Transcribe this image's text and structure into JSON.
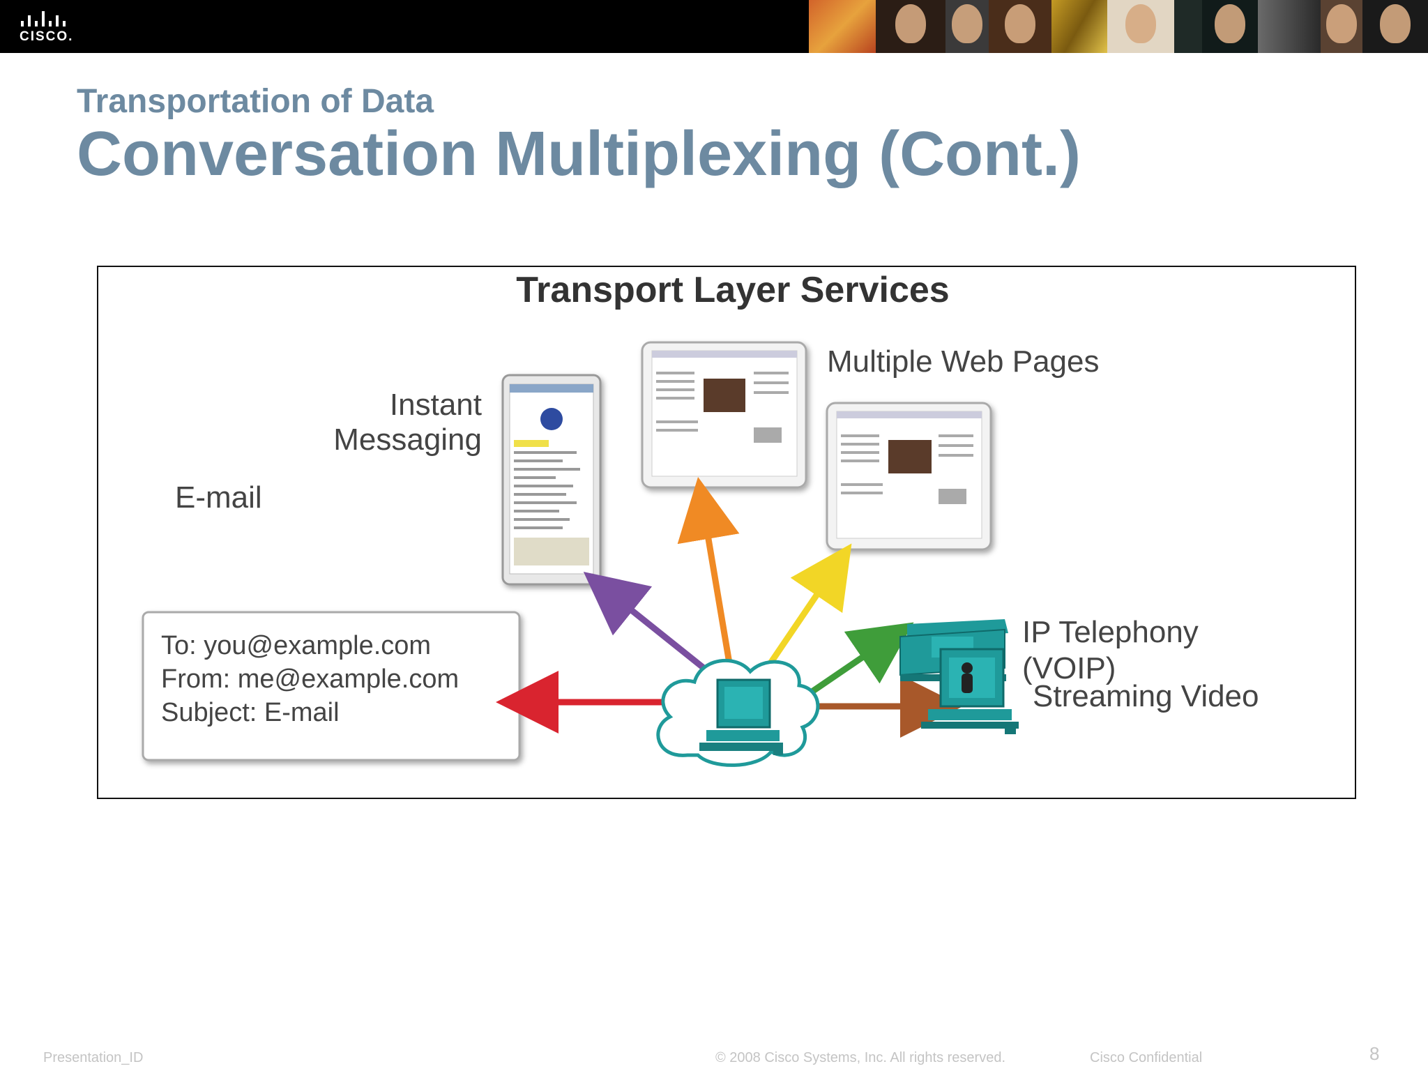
{
  "header": {
    "logo_text": "CISCO."
  },
  "slide": {
    "subtitle": "Transportation of Data",
    "title": "Conversation Multiplexing (Cont.)"
  },
  "diagram": {
    "heading": "Transport Layer Services",
    "labels": {
      "instant_messaging_line1": "Instant",
      "instant_messaging_line2": "Messaging",
      "web_pages": "Multiple Web Pages",
      "email": "E-mail",
      "ip_telephony_line1": "IP Telephony",
      "ip_telephony_line2": "(VOIP)",
      "streaming_video": "Streaming Video"
    },
    "email_card": {
      "to": "To: you@example.com",
      "from": "From: me@example.com",
      "subject": "Subject: E-mail"
    },
    "arrow_colors": {
      "email": "#d9242f",
      "messaging": "#7a4fa0",
      "web1": "#f08a24",
      "web2": "#f2d626",
      "voip": "#3f9d3a",
      "video": "#a8582a"
    },
    "device_color": "#1f9a9a"
  },
  "footer": {
    "presentation_id": "Presentation_ID",
    "copyright": "© 2008 Cisco Systems, Inc. All rights reserved.",
    "confidential": "Cisco Confidential",
    "page_number": "8"
  }
}
